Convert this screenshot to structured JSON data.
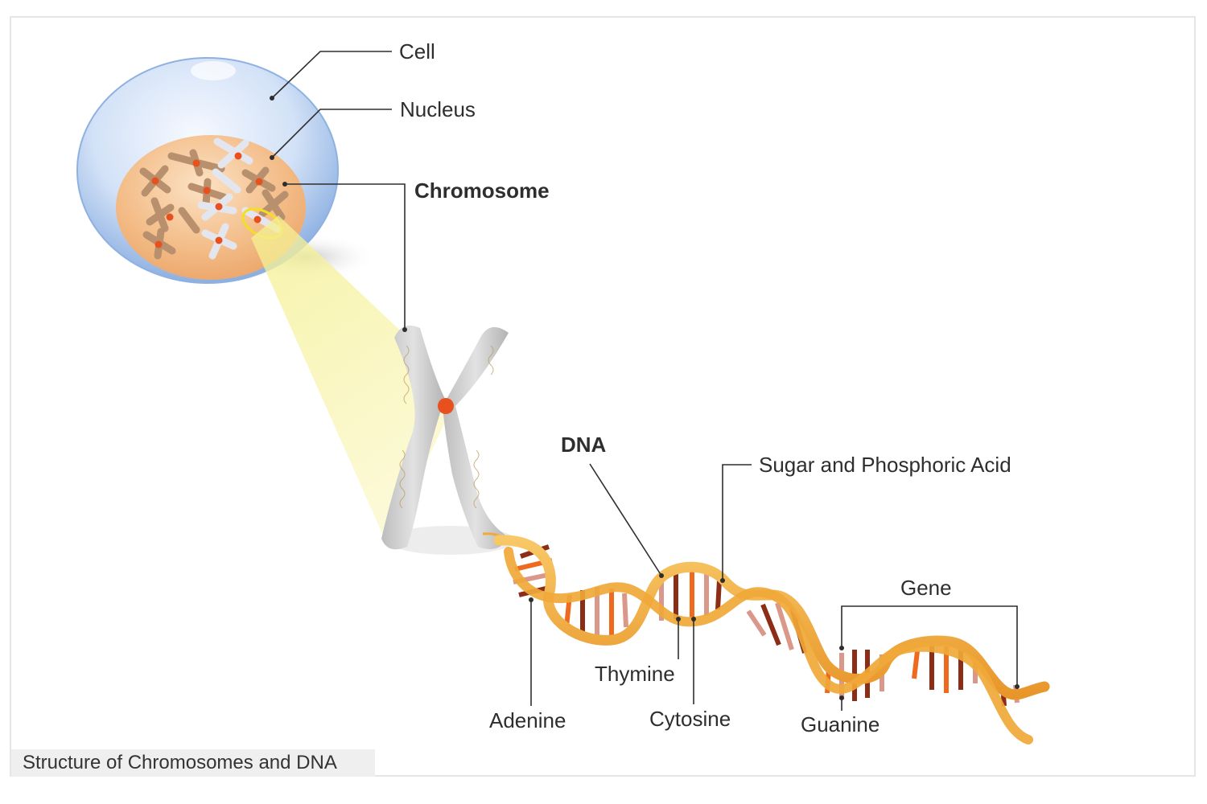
{
  "labels": {
    "cell": "Cell",
    "nucleus": "Nucleus",
    "chromosome": "Chromosome",
    "dna": "DNA",
    "sugar_phosphoric_acid": "Sugar and Phosphoric Acid",
    "gene": "Gene",
    "thymine": "Thymine",
    "adenine": "Adenine",
    "cytosine": "Cytosine",
    "guanine": "Guanine"
  },
  "caption": "Structure of Chromosomes and DNA",
  "colors": {
    "cell_blue": "#a9c8ee",
    "nucleus_orange": "#f0b27c",
    "centromere_red": "#e8501e",
    "highlight_yellow": "#f5f08a",
    "dna_strand": "#f2a93b",
    "rung_dark": "#8b2d17",
    "rung_orange": "#ee6a1e",
    "rung_pink": "#d9988a",
    "chromosome_gray": "#cfcfcf"
  }
}
